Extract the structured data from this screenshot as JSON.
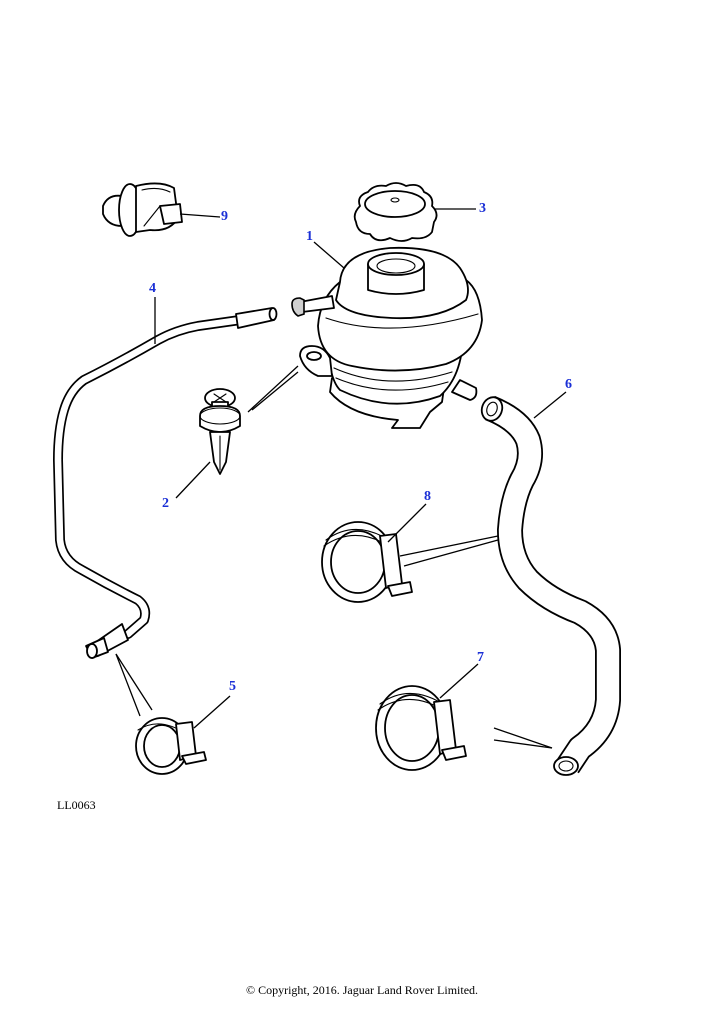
{
  "diagram": {
    "callouts": [
      {
        "id": "1",
        "label": "1"
      },
      {
        "id": "2",
        "label": "2"
      },
      {
        "id": "3",
        "label": "3"
      },
      {
        "id": "4",
        "label": "4"
      },
      {
        "id": "5",
        "label": "5"
      },
      {
        "id": "6",
        "label": "6"
      },
      {
        "id": "7",
        "label": "7"
      },
      {
        "id": "8",
        "label": "8"
      },
      {
        "id": "9",
        "label": "9"
      }
    ],
    "reference_code": "LL0063",
    "copyright": "© Copyright, 2016. Jaguar Land Rover Limited.",
    "callout_color": "#1a2fd6",
    "line_color": "#000000"
  }
}
